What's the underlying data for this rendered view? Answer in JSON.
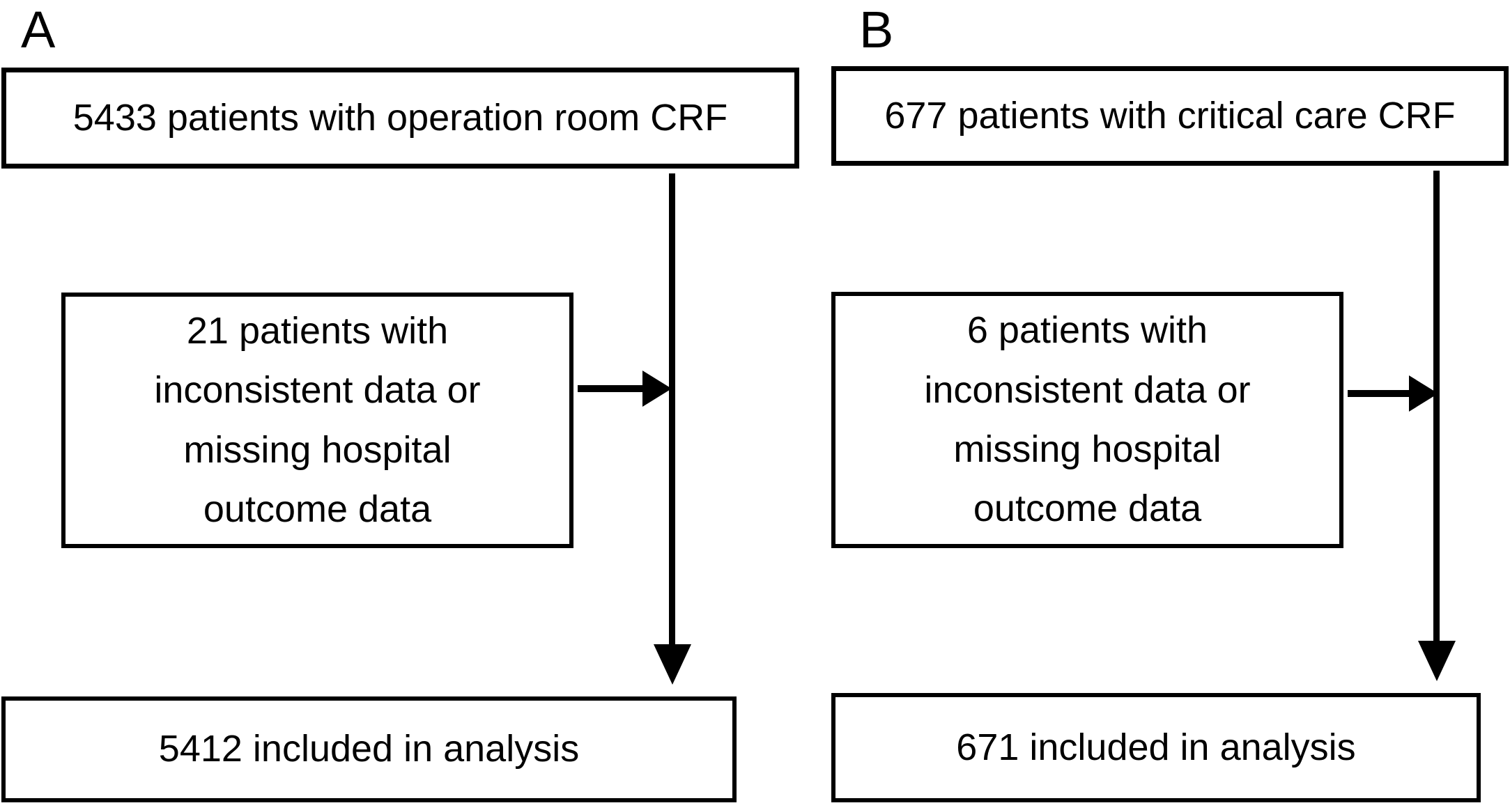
{
  "figure": {
    "background_color": "#ffffff",
    "line_color": "#000000",
    "type": "patient-flow-diagram"
  },
  "panels": [
    {
      "label": "A",
      "enrollment_box": {
        "text": "5433 patients with operation room CRF"
      },
      "exclusion_box": {
        "lines": [
          "21 patients with",
          "inconsistent data or",
          "missing hospital",
          "outcome data"
        ]
      },
      "analysis_box": {
        "text": "5412 included in analysis"
      }
    },
    {
      "label": "B",
      "enrollment_box": {
        "text": "677 patients with critical care CRF"
      },
      "exclusion_box": {
        "lines": [
          "6 patients with",
          "inconsistent data or",
          "missing hospital",
          "outcome data"
        ]
      },
      "analysis_box": {
        "text": "671 included in analysis"
      }
    }
  ]
}
